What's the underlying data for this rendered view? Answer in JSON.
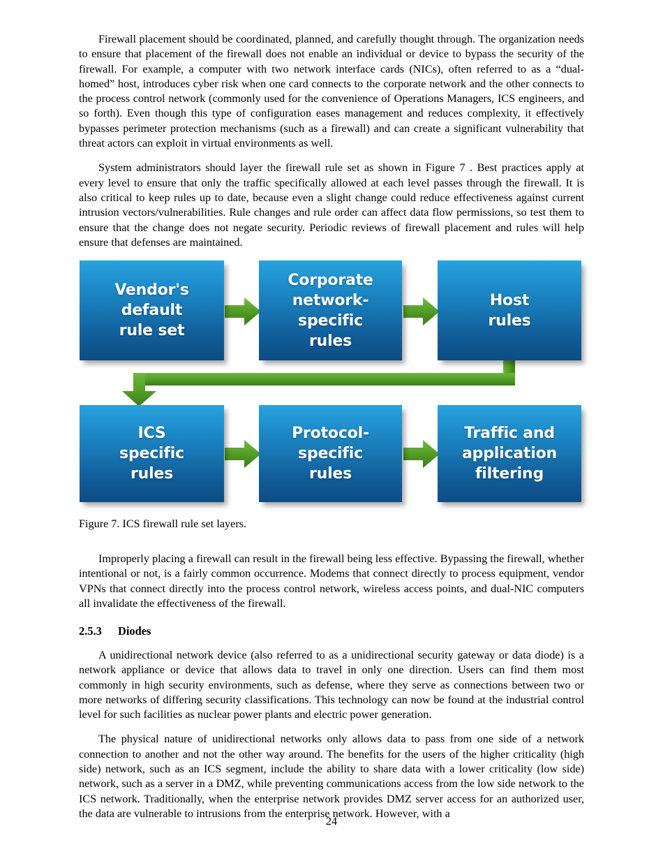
{
  "document": {
    "page_number": "24",
    "paragraphs": {
      "p1": "Firewall placement should be coordinated, planned, and carefully thought through. The organization needs to ensure that placement of the firewall does not enable an individual or device to bypass the security of the firewall. For example, a computer with two network interface cards (NICs), often referred to as a “dual-homed” host, introduces cyber risk when one card connects to the corporate network and the other connects to the process control network (commonly used for the convenience of Operations Managers, ICS engineers, and so forth). Even though this type of configuration eases management and reduces complexity, it effectively bypasses perimeter protection mechanisms (such as a firewall) and can create a significant vulnerability that threat actors can exploit in virtual environments as well.",
      "p2": "System administrators should layer the firewall rule set as shown in Figure 7 . Best practices apply at every level to ensure that only the traffic specifically allowed at each level passes through the firewall. It is also critical to keep rules up to date, because even a slight change could reduce effectiveness against current intrusion vectors/vulnerabilities. Rule changes and rule order can affect data flow permissions, so test them to ensure that the change does not negate security. Periodic reviews of firewall placement and rules will help ensure that defenses are maintained.",
      "p3": "Improperly placing a firewall can result in the firewall being less effective. Bypassing the firewall, whether intentional or not, is a fairly common occurrence. Modems that connect directly to process equipment, vendor VPNs that connect directly into the process control network, wireless access points, and dual-NIC computers all invalidate the effectiveness of the firewall.",
      "p4": "A unidirectional network device (also referred to as a unidirectional security gateway or data diode) is a network appliance or device that allows data to travel in only one direction. Users can find them most commonly in high security environments, such as defense, where they serve as connections between two or more networks of differing security classifications. This technology can now be found at the industrial control level for such facilities as nuclear power plants and electric power generation.",
      "p5": "The physical nature of unidirectional networks only allows data to pass from one side of a network connection to another and not the other way around. The benefits for the users of the higher criticality (high side) network, such as an ICS segment, include the ability to share data with a lower criticality (low side) network, such as a server in a DMZ, while preventing communications access from the low side network to the ICS network. Traditionally, when the enterprise network provides DMZ server access for an authorized user, the data are vulnerable to intrusions from the enterprise network. However, with a"
    },
    "figure": {
      "caption": "Figure 7. ICS firewall rule set layers.",
      "colors": {
        "box_gradient_top": "#29a3de",
        "box_gradient_bottom": "#0d4c84",
        "arrow_green_light": "#6bb33a",
        "arrow_green": "#4e9a24",
        "arrow_green_dark": "#3c7c1b",
        "box_text": "#ffffff"
      },
      "boxes": [
        {
          "id": "vendors-default-rule-set",
          "label": "Vendor's\ndefault\nrule set"
        },
        {
          "id": "corporate-network-specific-rules",
          "label": "Corporate\nnetwork-specific\nrules"
        },
        {
          "id": "host-rules",
          "label": "Host\nrules"
        },
        {
          "id": "ics-specific-rules",
          "label": "ICS\nspecific\nrules"
        },
        {
          "id": "protocol-specific-rules",
          "label": "Protocol-specific\nrules"
        },
        {
          "id": "traffic-and-application-filtering",
          "label": "Traffic and\napplication\nfiltering"
        }
      ],
      "connectors": [
        {
          "id": "arrow-vendors-to-corporate",
          "direction": "right"
        },
        {
          "id": "arrow-corporate-to-host",
          "direction": "right"
        },
        {
          "id": "arrow-host-to-ics",
          "direction": "elbow-down-left-down"
        },
        {
          "id": "arrow-ics-to-protocol",
          "direction": "right"
        },
        {
          "id": "arrow-protocol-to-traffic",
          "direction": "right"
        }
      ]
    },
    "section": {
      "number": "2.5.3",
      "title": "Diodes"
    }
  }
}
